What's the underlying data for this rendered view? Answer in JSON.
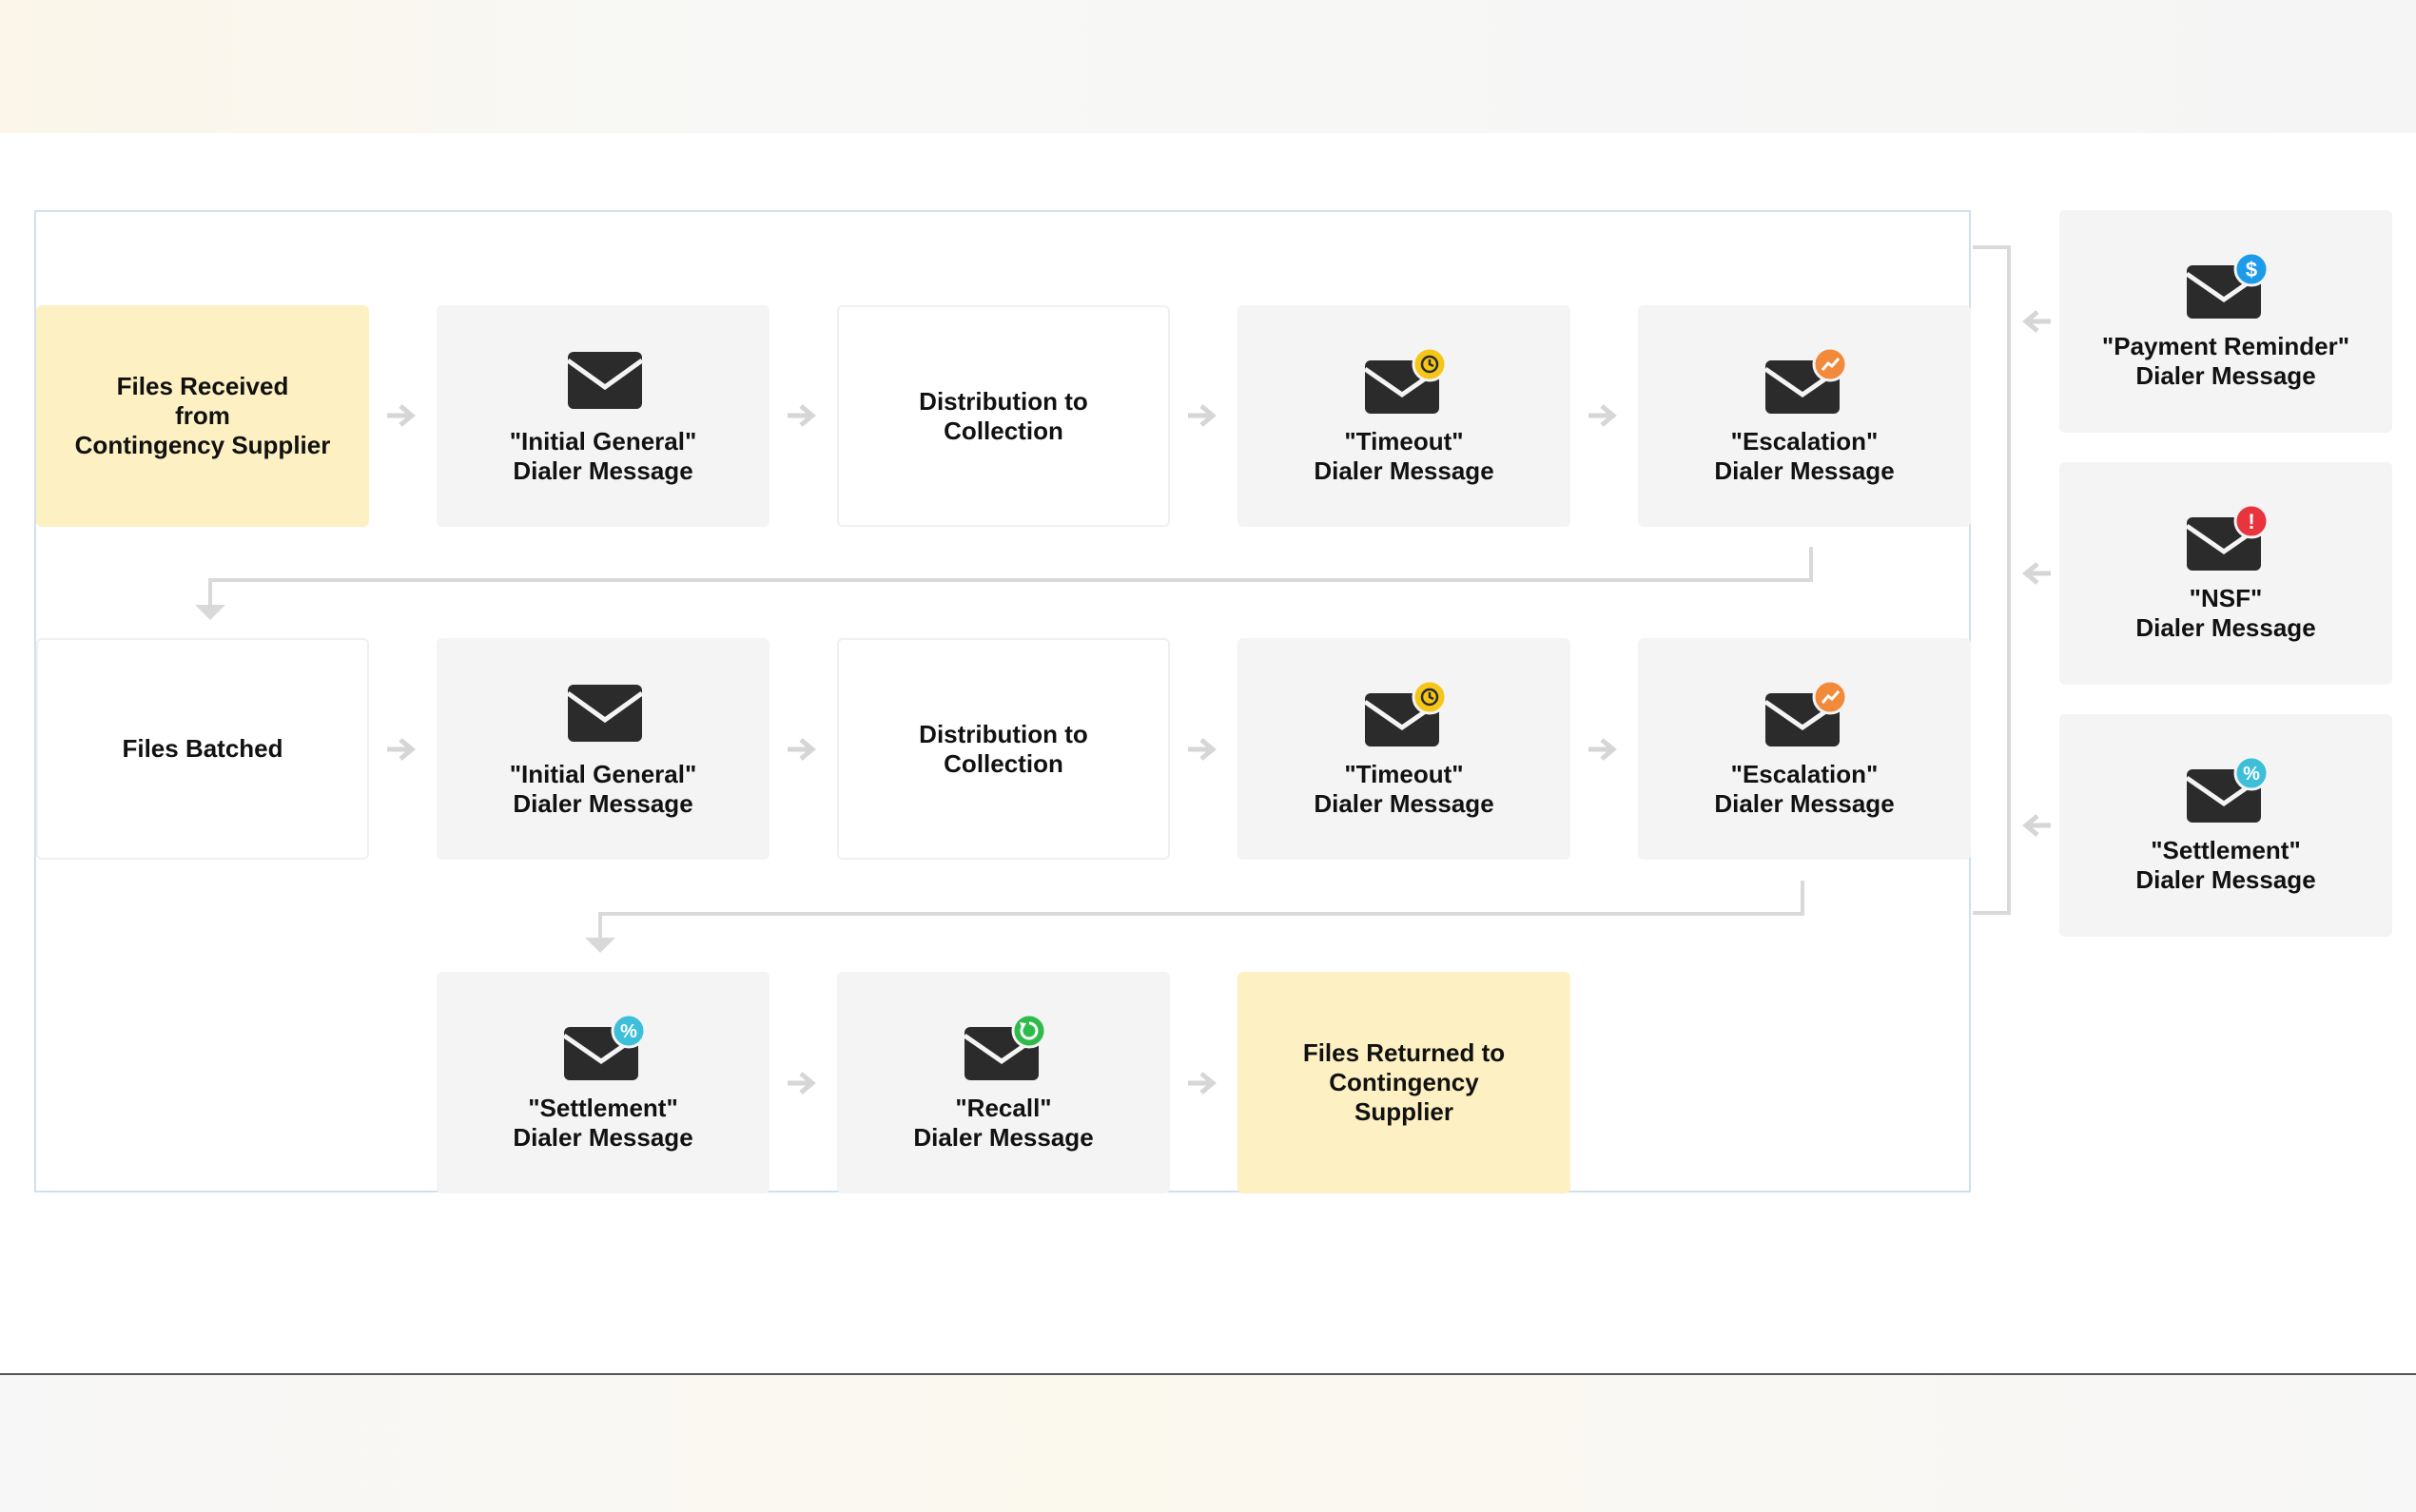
{
  "colors": {
    "envelope": "#2b2b2b",
    "clock_badge": "#f5c518",
    "escalation_badge": "#f28a3c",
    "dollar_badge": "#1e9be8",
    "nsf_badge": "#e8343c",
    "percent_badge": "#3dbfd9",
    "recall_badge": "#2ebb4b",
    "highlight_box": "#fdf0c2",
    "step_box": "#f4f4f4"
  },
  "flow": {
    "row1": [
      {
        "label": "Files Received\nfrom\nContingency Supplier"
      },
      {
        "label": "\"Initial General\"\nDialer Message",
        "icon": "envelope-icon"
      },
      {
        "label": "Distribution to\nCollection"
      },
      {
        "label": "\"Timeout\"\nDialer Message",
        "icon": "envelope-icon",
        "badge": "clock-icon"
      },
      {
        "label": "\"Escalation\"\nDialer Message",
        "icon": "envelope-icon",
        "badge": "trend-up-icon"
      }
    ],
    "row2": [
      {
        "label": "Files Batched"
      },
      {
        "label": "\"Initial General\"\nDialer Message",
        "icon": "envelope-icon"
      },
      {
        "label": "Distribution to\nCollection"
      },
      {
        "label": "\"Timeout\"\nDialer Message",
        "icon": "envelope-icon",
        "badge": "clock-icon"
      },
      {
        "label": "\"Escalation\"\nDialer Message",
        "icon": "envelope-icon",
        "badge": "trend-up-icon"
      }
    ],
    "row3": [
      {
        "label": "\"Settlement\"\nDialer Message",
        "icon": "envelope-icon",
        "badge": "percent-icon"
      },
      {
        "label": "\"Recall\"\nDialer Message",
        "icon": "envelope-icon",
        "badge": "recall-icon"
      },
      {
        "label": "Files Returned to\nContingency\nSupplier"
      }
    ]
  },
  "side_messages": [
    {
      "label": "\"Payment Reminder\"\nDialer Message",
      "icon": "envelope-icon",
      "badge": "dollar-icon"
    },
    {
      "label": "\"NSF\"\nDialer Message",
      "icon": "envelope-icon",
      "badge": "exclamation-icon"
    },
    {
      "label": "\"Settlement\"\nDialer Message",
      "icon": "envelope-icon",
      "badge": "percent-icon"
    }
  ]
}
